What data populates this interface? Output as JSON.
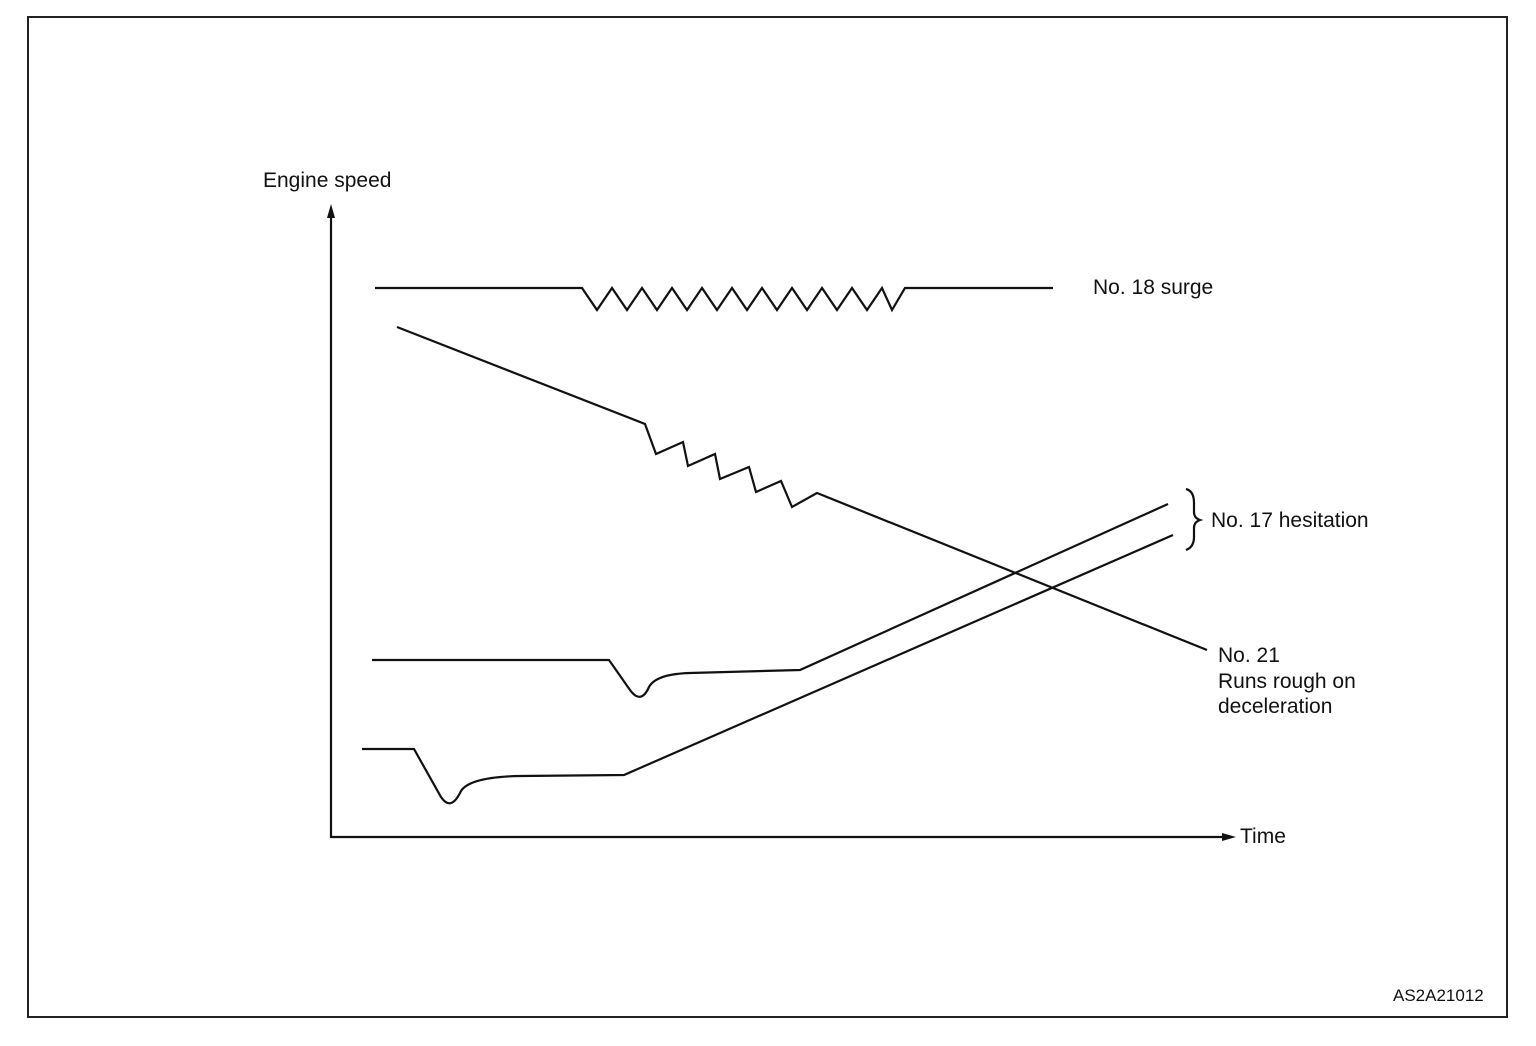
{
  "figure": {
    "y_axis_label": "Engine speed",
    "x_axis_label": "Time",
    "figure_code": "AS2A21012"
  },
  "curves": {
    "surge": {
      "label": "No. 18 surge"
    },
    "hesitation": {
      "label": "No. 17 hesitation"
    },
    "rough_decel": {
      "label_line1": "No. 21",
      "label_line2": "Runs rough on",
      "label_line3": "deceleration"
    }
  },
  "colors": {
    "line": "#111111",
    "background": "#ffffff"
  }
}
